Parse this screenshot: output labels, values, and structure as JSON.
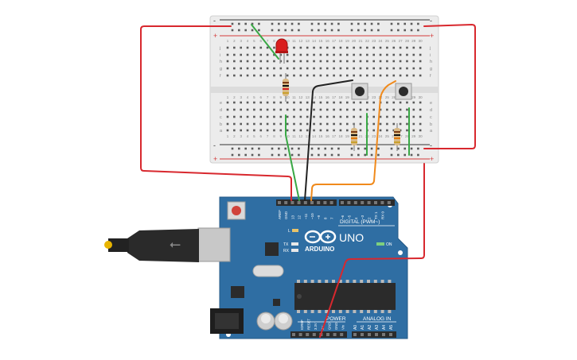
{
  "arduino": {
    "brand": "ARDUINO",
    "model": "UNO",
    "digital_label": "DIGITAL (PWM~)",
    "analog_label": "ANALOG IN",
    "power_label": "POWER",
    "on_label": "ON",
    "tx_label": "TX",
    "rx_label": "RX",
    "l_label": "L",
    "top_header_pins": [
      "AREF",
      "GND",
      "13",
      "12",
      "~11",
      "~10",
      "~9",
      "8",
      "7",
      "~6",
      "~5",
      "4",
      "~3",
      "2",
      "TX 1",
      "RX 0"
    ],
    "power_pins": [
      "IOREF",
      "RESET",
      "3.3V",
      "5V",
      "GND",
      "GND",
      "Vin"
    ],
    "analog_pins": [
      "A0",
      "A1",
      "A2",
      "A3",
      "A4",
      "A5"
    ],
    "colors": {
      "board": "#2f6ea3",
      "board_dark": "#245a87",
      "header": "#2b2b2b"
    }
  },
  "breadboard": {
    "row_letters_top": [
      "j",
      "i",
      "h",
      "g",
      "f"
    ],
    "row_letters_bottom": [
      "e",
      "d",
      "c",
      "b",
      "a"
    ],
    "column_numbers": [
      "1",
      "2",
      "3",
      "4",
      "5",
      "6",
      "7",
      "8",
      "9",
      "10",
      "11",
      "12",
      "13",
      "14",
      "15",
      "16",
      "17",
      "18",
      "19",
      "20",
      "21",
      "22",
      "23",
      "24",
      "25",
      "26",
      "27",
      "28",
      "29",
      "30"
    ],
    "rail_minus": "-",
    "rail_plus": "+",
    "colors": {
      "body": "#eeeeee",
      "hole": "#5a5a5a",
      "rail_red": "#d33b3b",
      "rail_black": "#333333"
    }
  },
  "wires": {
    "colors": {
      "red": "#d8282e",
      "green": "#39a845",
      "black": "#222222",
      "orange": "#f08a1c"
    }
  },
  "components": {
    "led_color": "#d91e1e",
    "resistor_body": "#d9b984",
    "button_body": "#2b2b2b"
  }
}
